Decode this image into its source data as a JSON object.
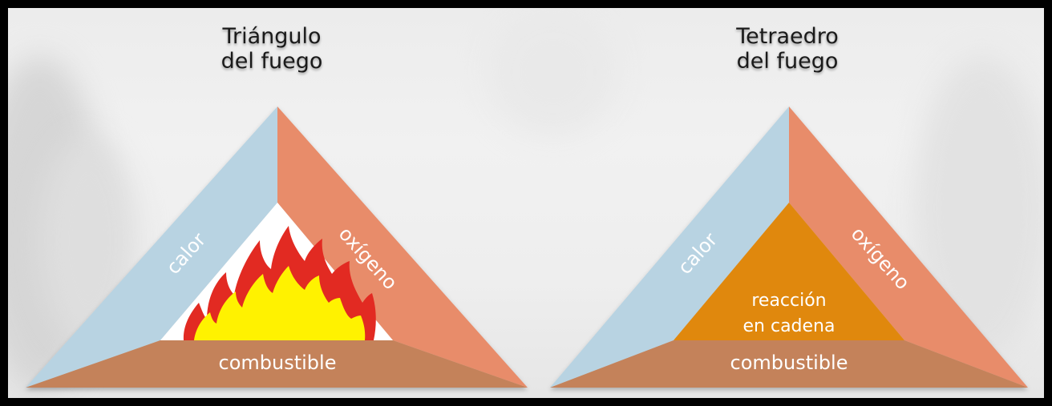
{
  "triangle": {
    "title_line1": "Triángulo",
    "title_line2": "del fuego",
    "left_face": "calor",
    "right_face": "oxígeno",
    "base_face": "combustible"
  },
  "tetrahedron": {
    "title_line1": "Tetraedro",
    "title_line2": "del fuego",
    "left_face": "calor",
    "right_face": "oxígeno",
    "base_face": "combustible",
    "center_line1": "reacción",
    "center_line2": "en cadena"
  },
  "colors": {
    "heat": "#b8d3e2",
    "oxygen": "#e88c6b",
    "fuel": "#c4825a",
    "chain_reaction": "#e0880f",
    "flame_outer": "#e22a20",
    "flame_inner": "#fff200"
  },
  "icons": [
    "flame-icon"
  ]
}
